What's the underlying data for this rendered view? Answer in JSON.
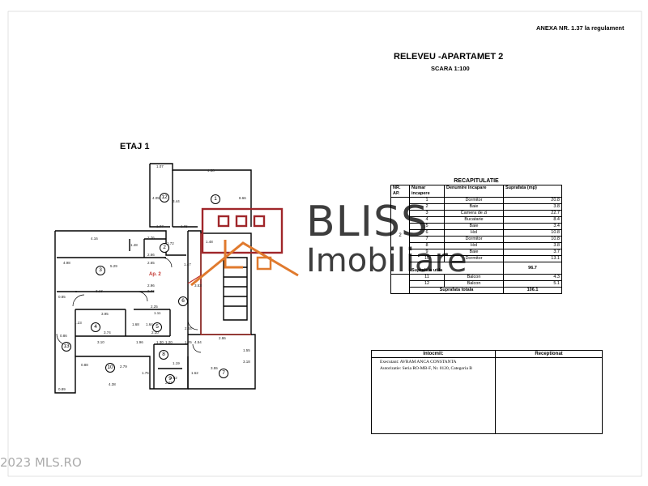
{
  "header": {
    "annex": "ANEXA NR. 1.37 la regulament",
    "title": "RELEVEU -APARTAMET 2",
    "scale": "SCARA 1:100"
  },
  "floor_label": "ETAJ 1",
  "apartment_label": "Ap. 2",
  "room_numbers": [
    "1",
    "2",
    "3",
    "4",
    "5",
    "6",
    "7",
    "8",
    "9",
    "10",
    "12",
    "13"
  ],
  "dimensions": [
    "1.07",
    "4.38",
    "4.05",
    "8.66",
    "3.44",
    "1.07",
    "1.65",
    "4.16",
    "1.48",
    "2.76",
    "1.72",
    "2.66",
    "1.48",
    "5.29",
    "4.98",
    "2.65",
    "1.47",
    "2.96",
    "3.13",
    "0.85",
    "2.36",
    "2.25",
    "1.11",
    "1.68",
    "1.64",
    "3.53",
    "3.95",
    "1.23",
    "3.74",
    "2.10",
    "2.44",
    "0.86",
    "3.10",
    "1.96",
    "1.30",
    "1.20",
    "2.86",
    "4.38",
    "2.92",
    "1.19",
    "2.27",
    "3.55",
    "0.89",
    "0.88",
    "1.75",
    "1.62",
    "3.18",
    "2.79",
    "1.25",
    "4.54",
    "1.55"
  ],
  "recap": {
    "title": "RECAPITULATIE",
    "headers": [
      "NR. AP.",
      "Numar incapere",
      "Denumire incapare",
      "Suprafata (mp)"
    ],
    "apartment_no": "2",
    "rows": [
      {
        "no": "1",
        "name": "Dormitor",
        "area": "20.8"
      },
      {
        "no": "2",
        "name": "Baie",
        "area": "3.8"
      },
      {
        "no": "3",
        "name": "Camera de zi",
        "area": "22.7"
      },
      {
        "no": "4",
        "name": "Bucatarie",
        "area": "8.4"
      },
      {
        "no": "5",
        "name": "Baie",
        "area": "3.4"
      },
      {
        "no": "6",
        "name": "Hol",
        "area": "10.8"
      },
      {
        "no": "7",
        "name": "Dormitor",
        "area": "10.8"
      },
      {
        "no": "8",
        "name": "Hol",
        "area": "3.8"
      },
      {
        "no": "9",
        "name": "Baie",
        "area": "3.7"
      },
      {
        "no": "10",
        "name": "Dormitor",
        "area": "13.1"
      }
    ],
    "useful_label": "Suprafata utila",
    "useful_value": "96.7",
    "balcony_rows": [
      {
        "no": "11",
        "name": "Balcon",
        "area": "4.3"
      },
      {
        "no": "12",
        "name": "Balcon",
        "area": "5.1"
      }
    ],
    "total_label": "Suprafata totala",
    "total_value": "106.1"
  },
  "infobox": {
    "col1_header": "Intocmit:",
    "col2_header": "Receptionat",
    "line1": "Executant: AVRAM ANCA CONSTANTA",
    "line2": "Autorizatie: Seria RO-MB-F, Nr. 0120, Categoria B"
  },
  "logo": {
    "line1": "BLISS",
    "line2": "Imobiliare",
    "accent_color": "#a0262a",
    "arrow_color": "#e07a2e"
  },
  "watermark": "2023 MLS.RO"
}
